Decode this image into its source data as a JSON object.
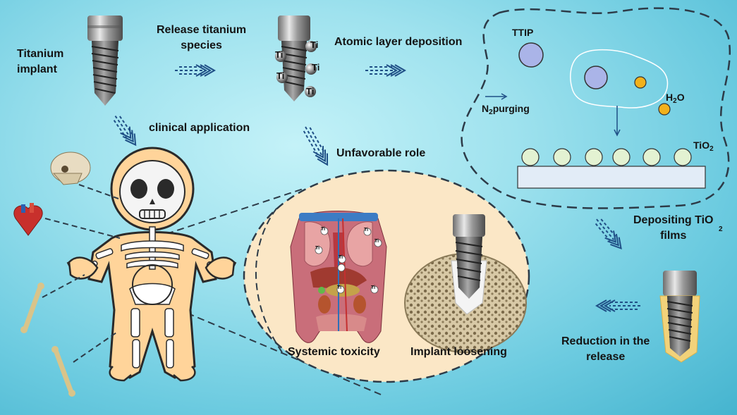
{
  "labels": {
    "titanium_implant": "Titanium\nimplant",
    "release_species": "Release titanium\nspecies",
    "ald": "Atomic layer deposition",
    "clinical": "clinical application",
    "unfavorable": "Unfavorable role",
    "ttip": "TTIP",
    "n2_main": "N",
    "n2_sub": "2",
    "n2_rest": "purging",
    "h2o_main": "H",
    "h2o_sub": "2",
    "h2o_rest": "O",
    "tio2_main": "TiO",
    "tio2_sub": "2",
    "depositing": "Depositing TiO\nfilms",
    "depositing_sub": "2",
    "reduction": "Reduction in the\nrelease",
    "systemic": "Systemic toxicity",
    "loosening": "Implant loosening",
    "ti_symbol": "Ti"
  },
  "colors": {
    "arrow": "#1f4f86",
    "dash": "#2d3b48",
    "oval_fill": "#fbe7c6",
    "skeleton_body": "#ffd49a",
    "ttip_circle": "#aab4e8",
    "h2o_circle": "#f2b11b",
    "tio2_circle": "#e3f2d2",
    "substrate": "#e2ecf7"
  }
}
